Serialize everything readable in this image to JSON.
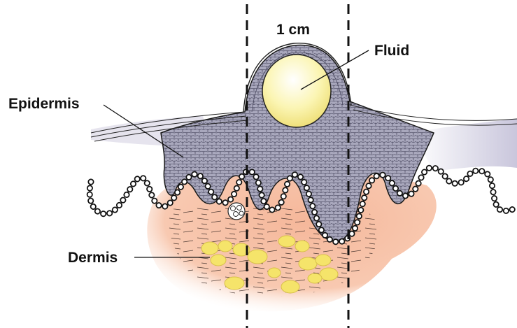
{
  "labels": {
    "scale": "1 cm",
    "fluid": "Fluid",
    "epidermis": "Epidermis",
    "dermis": "Dermis"
  },
  "colors": {
    "epidermis_fill": "#a9a8bd",
    "epidermis_cell_line": "#4a4960",
    "dermis_fill": "#f7c3a8",
    "fat_fill": "#f5e46a",
    "fluid_fill": "#fbf6b0",
    "basement_bead": "#ffffff",
    "outline": "#111111"
  }
}
